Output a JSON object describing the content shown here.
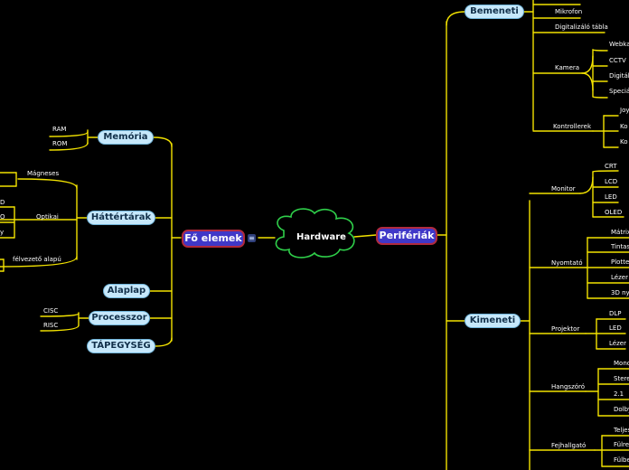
{
  "center": "Hardware",
  "branches": {
    "fo_elemek": {
      "label": "Fő elemek",
      "memoria": {
        "label": "Memória",
        "items": [
          "RAM",
          "ROM"
        ]
      },
      "hattertarak": {
        "label": "Háttértárak",
        "items": [
          "Mágneses",
          "Optikai",
          "félvezető alapú"
        ],
        "optikai_children": [
          "D",
          "O",
          "y"
        ]
      },
      "alaplap": {
        "label": "Alaplap"
      },
      "processzor": {
        "label": "Processzor",
        "items": [
          "CISC",
          "RISC"
        ]
      },
      "tapegyseg": {
        "label": "TÁPEGYSÉG"
      }
    },
    "periferiak": {
      "label": "Perifériák",
      "bemeneti": {
        "label": "Bemeneti",
        "items": [
          "Mikrofon",
          "Digitalizáló tábla",
          "Kamera",
          "Kontrollerek"
        ],
        "kamera": [
          "Webka",
          "CCTV",
          "Digitál",
          "Speciá"
        ],
        "kontrollerek": [
          "Joy",
          "Ko",
          "Ko"
        ]
      },
      "kimeneti": {
        "label": "Kimeneti",
        "items": [
          "Monitor",
          "Nyomtató",
          "Projektor",
          "Hangszóró",
          "Fejhallgató"
        ],
        "monitor": [
          "CRT",
          "LCD",
          "LED",
          "OLED"
        ],
        "nyomtato": [
          "Mátrix",
          "Tintas",
          "Plotter",
          "Lézer",
          "3D nyo"
        ],
        "projektor": [
          "DLP",
          "LED",
          "Lézer"
        ],
        "hangszoro": [
          "Mono",
          "Stere",
          "2.1",
          "Dolby"
        ],
        "fejhallgato": [
          "Teljes",
          "Fülre",
          "Fülbe"
        ]
      }
    }
  },
  "style": {
    "line": "#f2e200",
    "cloud_fill": "#000000",
    "cloud_stroke": "#2fcf4a"
  }
}
